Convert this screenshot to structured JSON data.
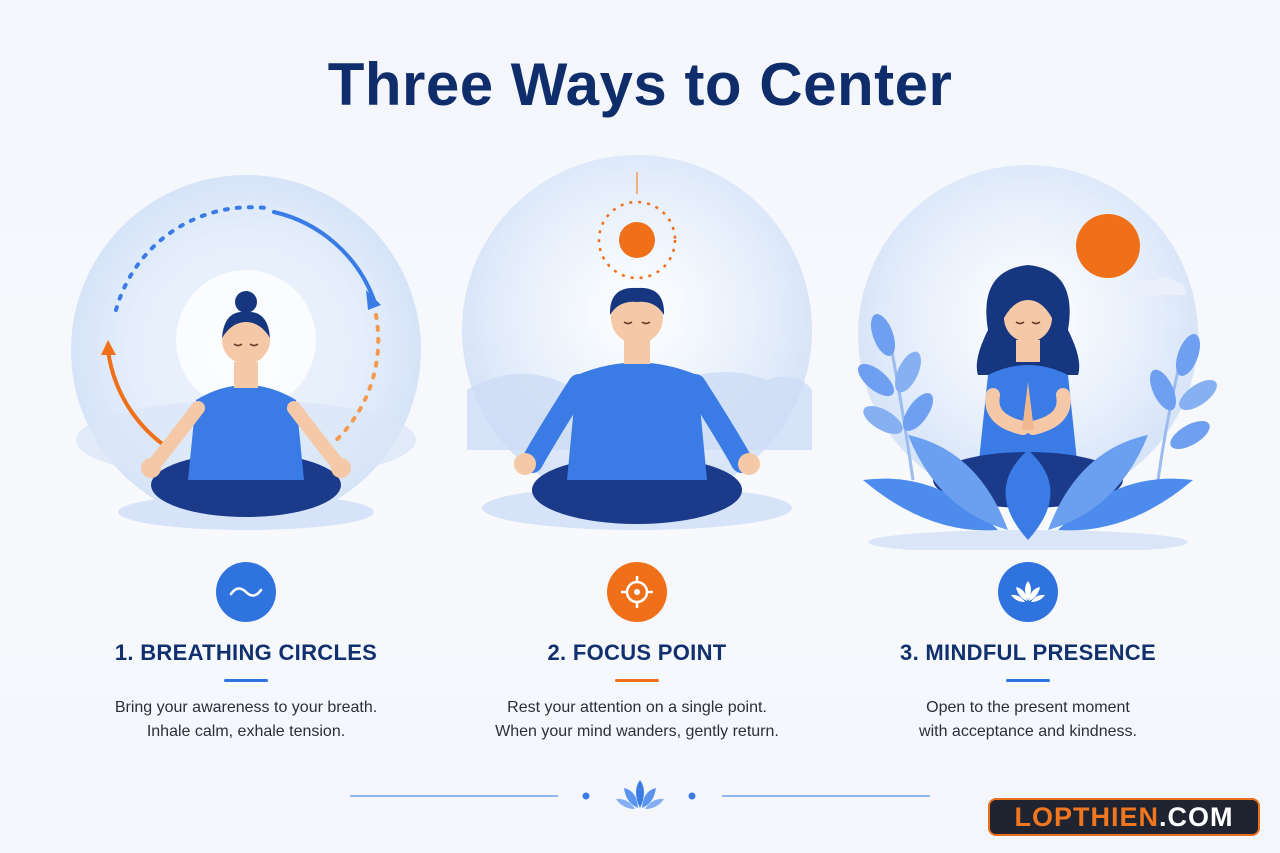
{
  "title": "Three Ways to Center",
  "panels": [
    {
      "heading": "1. BREATHING CIRCLES",
      "desc_line1": "Bring your awareness to your breath.",
      "desc_line2": "Inhale calm, exhale tension.",
      "icon": "wave-icon",
      "accent": "#2f73de"
    },
    {
      "heading": "2. FOCUS POINT",
      "desc_line1": "Rest your attention on a single point.",
      "desc_line2": "When your mind wanders, gently return.",
      "icon": "target-icon",
      "accent": "#f07019"
    },
    {
      "heading": "3. MINDFUL PRESENCE",
      "desc_line1": "Open to the present moment",
      "desc_line2": "with acceptance and kindness.",
      "icon": "lotus-icon",
      "accent": "#2f73de"
    }
  ],
  "brand": {
    "part1": "LOPTHIEN",
    "part2": ".COM"
  },
  "colors": {
    "navy": "#0f2d6b",
    "blue": "#3b7be6",
    "orange": "#f07019",
    "light": "#dde8fa"
  }
}
